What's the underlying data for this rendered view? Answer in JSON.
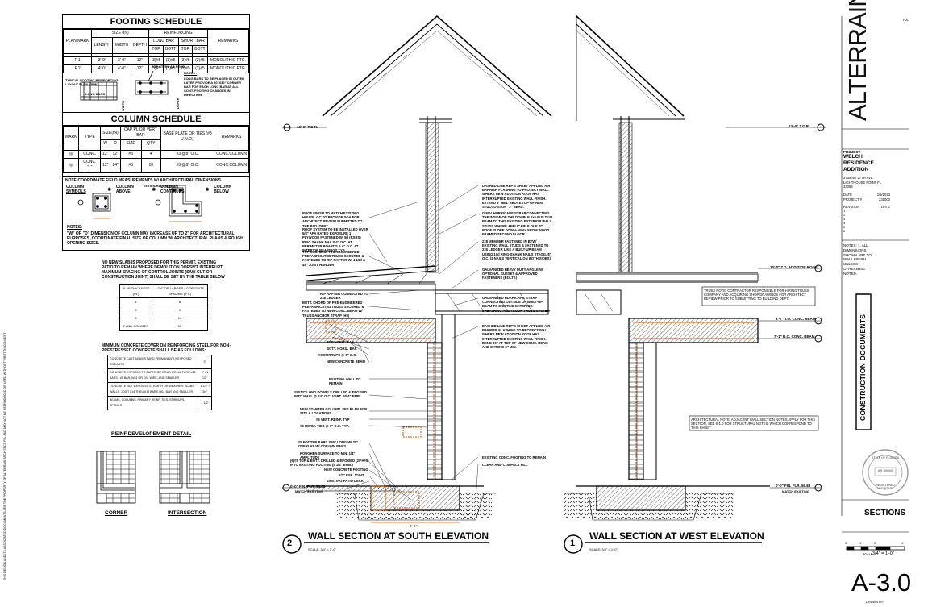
{
  "footing_schedule": {
    "title": "FOOTING SCHEDULE",
    "h_plan_mark": "PLAN MARK",
    "h_size": "SIZE (IN)",
    "h_reinforcing": "REINFORCING",
    "h_remarks": "REMARKS",
    "h_length": "LENGTH",
    "h_width": "WIDTH",
    "h_depth": "DEPTH",
    "h_long_bar": "LONG BAR",
    "h_short_bar": "SHORT BAR",
    "h_top": "TOP",
    "h_bott": "BOTT",
    "rows": [
      {
        "mark": "F 1",
        "length": "3'-0\"",
        "width": "3'-0\"",
        "depth": "12\"",
        "lt": "(3)#5",
        "lb": "(3)#5",
        "st": "(3)#5",
        "sb": "(3)#5",
        "remarks": "MONOLITHIC FTG."
      },
      {
        "mark": "F 2",
        "length": "4'-0\"",
        "width": "4'-0\"",
        "depth": "12\"",
        "lt": "(3)#5",
        "lb": "(3)#5",
        "st": "(3)#5",
        "sb": "(3)#5",
        "remarks": "MONOLITHIC FTG."
      }
    ],
    "typical_label": "TYPICAL FOOTING REINFORCING LAYOUT-PLAN VIEW",
    "long_bars": "LONG BARS",
    "short_bars": "SHORT BARS",
    "width_label": "WIDTH",
    "continuous": "CONTINUOUS OR LENGTH",
    "top_steel": "TOP STEEL AS REQD",
    "depth_label": "DEPTH",
    "sec_aa": "SEC A-A",
    "notes_title": "NOTES :",
    "notes_text": "LONG BARS TO BE PLACED IN OUTER LAYER PROVIDE A 30\"X30\" CORNER BAR FOR EACH LONG BAR AT ALL CONT. FOOTING CHANGES IN DIRECTION"
  },
  "column_schedule": {
    "title": "COLUMN  SCHEDULE",
    "h_mark": "MARK",
    "h_type": "TYPE",
    "h_size": "SIZE(IN)",
    "h_w": "W",
    "h_d": "D",
    "h_cap": "CAP PL OR VERT BAR",
    "h_size2": "SIZE",
    "h_qty": "QTY",
    "h_base": "BASE PLATE OR TIES (#3 U.N.O.)",
    "h_remarks": "REMARKS",
    "rows": [
      {
        "type": "CONC.",
        "w": "12\"",
        "d": "12\"",
        "size": "#5",
        "qty": "4",
        "base": "#3 @8\" O.C.",
        "remarks": "CONC.COLUMN"
      },
      {
        "type": "CONC. \"L\"",
        "w": "12\"",
        "d": "24\"",
        "size": "#5",
        "qty": "10",
        "base": "#3 @8\" O.C.",
        "remarks": "CONC.COLUMN"
      }
    ],
    "coord_note": "NOTE:COORDINATE FIELD MEASUREMENTS W/ ARCHITECTURAL DIMENSIONS",
    "symbols_label": "COLUMN SYMBOLS",
    "sym_above": "COLUMN ABOVE",
    "sym_continues": "COLUMN CONTINUES",
    "sym_below": "COLUMN BELOW",
    "ties_label": "#3 TIES/HAIRPINS",
    "notes_title": "NOTES:",
    "notes_text": "\"W\" OR \"D\" DIMENSION OF COLUMN MAY INCREASE UP TO 2\" FOR ARCHITECTURAL PURPOSES ,COORDINATE FINAL SIZE OF COLUMN W/ ARCHITECTURAL PLANS & ROUGH OPENING SIZES."
  },
  "slab_note": "NO NEW SLAB IS PROPOSED FOR THIS PERMIT. EXISTING PATIO TO REMAIN WHERE DEMOLITION DOESN'T INTERRUPT. MAXIMUM SPACING OF CONTROL JOINTS (SAW-CUT OR CONSTRUCTION JOINT) SHALL BE SET BY THE TABLE BELOW",
  "slab_table": {
    "h1": "SLAB THICKNESS (IN.)",
    "h2": "* 3/4\" OR LARGER AGGREGATE SPACING ( FT.)",
    "rows": [
      [
        "4",
        "8"
      ],
      [
        "5",
        "9"
      ],
      [
        "6",
        "14"
      ],
      [
        "7 AND GREATER",
        "15"
      ]
    ]
  },
  "cover_note": "MINIMUM CONCRETE COVER ON REINFORCING STEEL FOR NON-PRESTRESSED CONCRETE SHALL BE AS FOLLOWS:",
  "cover_table": [
    [
      "CONCRETE CAST AGAINST AND PERMANENTLY EXPOSED TO EARTH",
      "3\""
    ],
    [
      "CONCRETE EXPOSED TO EARTH OR WEATHER: #6 THRU #18 BARS / #5 BAR, W31 OR D31 WIRE, AND SMALLER",
      "2\" / 1 1/2\""
    ],
    [
      "CONCRETE NOT EXPOSED TO EARTH OR WEATHER: SLABS, WALLS, JOIST #14 THRU #18 BARS / #11 BAR AND SMALLER",
      "1 1/2\" / 3/4\""
    ],
    [
      "BEAMS, COLUMNS: PRIMARY REINF. TIES, STIRRUPS, SPIRALS",
      "1 1/2\""
    ]
  ],
  "reinf_detail": {
    "title": "REINF.DEVELOPEMENT DETAIL",
    "corner": "CORNER",
    "intersection": "INTERSECTION"
  },
  "sections": {
    "south_number": "2",
    "south_title": "WALL SECTION AT SOUTH ELEVATION",
    "west_number": "1",
    "west_title": "WALL SECTION AT WEST ELEVATION",
    "scale": "SCALE: 3/4\" = 1'-0\"",
    "tor_left": "13'-0\" T.O.R.",
    "tor_right": "13'-0\" T.O.R.",
    "addition_roof": "10'-0\" T.O. ADDITION ROOF",
    "beam1": "8'-7\" T.O. CONC. BEAM",
    "beam2": "7'-1\" B.O. CONC. BEAM",
    "ffe_left": "0'-0\" FIN. FLR. 56.88",
    "match_left": "MATCH EXISTING",
    "ffe_right": "0'-0\" FIN. FLR. 56.88",
    "match_right": "MATCH EXISTING",
    "dim_bottom": "2'-0\"",
    "truss_note": "TRUSS NOTE: CONTRACTOR RESPONSIBLE FOR HIRING TRUSS COMPANY AND ACQUIRING SHOP DRAWINGS FOR ARCHITECT REVIEW PRIOR TO SUBMITTING TO BUILDING DEPT.",
    "arch_note": "ARCHITECTURAL NOTE: ADJACENT WALL SECTION NOTES APPLY FOR THIS SECTION. SEE S-1.0 FOR STRUCTURAL NOTES, WHICH CORRESPOND TO THIS SHEET",
    "left_labels": [
      "ROOF FINISH TO MATCH EXISTING HOUSE. GC TO PROVIDE SOA FOR ARCHITECT REVIEW SUBMITTED TO THE BLD. DEPT.",
      "ROOF SYSTEM TO BE INSTALLED OVER 5/8\" APA RATED EXPOSURE 1 PLYWOOD FASTENED W/ 8d (RSRS) RING SHANK NAILS 4\" O.C. AT PERIMETER BOARDS & 6\" O.C. AT INTERIOR BEARINGS TYP.",
      "TOP CHORD OF PRE-ENGINEERED PREFABRICATED TRUSS SECURED & FASTENED TO RIP RAFTER W/ 4-16d & 45\" JOIST HANGER",
      "RIP RAFTER CONNECTED TO 2x8 LEDGER",
      "BOTT. CHORD OF PRE-ENGINEERED PREFABRICATED TRUSS SECURED & FASTENED TO NEW CONC. BEAM W/ TRUSS ANCHOR STRAP (H8)",
      "TOP HORIZ. BAR",
      "BOTT. HORIZ. BAR",
      "#3 STIRRUPS @ 6\" O.C.",
      "NEW CONCRETE BEAM",
      "EXISTING WALL TO REMAIN",
      "#5X12\" LONG DOWELS DRILLED & EPOXIED INTO WALL @ 24\" O.C. VERT. W/ 4\" EMB.",
      "NEW STARTER COLUMN. SEE PLAN FOR SIZE & LOCATIONS",
      "#5 VERT. REINF. TYP",
      "#3 HORIZ. TIES @ 6\" O.C. TYP.",
      "#5 FOOTER BARS X36\" LONG W/ 25\" OVERLAP W/ COLUMN BARS",
      "ROUGHEN SURFACE TO MIN. 1/4\" AMPLITUDE",
      "(6)#5 TOP & BOTT. DRILLED & EPOXIED (2/FA#5) INTO EXISTING FOOTING (4 1/2\" EMB.)",
      "NEW CONCRETE FOOTING",
      "1/2\" EXP. JOINT",
      "EXISTING PATIO DECK"
    ],
    "right_labels": [
      "DASHED LINE REP'S SHEET APPLIED AIR BARRIER FLASHING TO PROTECT WALL WHERE NEW ADDITION ROOF HAS INTERRUPTED EXISTING WALL FINISH. EXTEND 3\" MIN. ABOVE TOP OF NEW STUCCO STOP \"J\" BEAD.",
      "G.M.V. HURRICANE STRAP CONNECTING THE INSIDE OF THE DOUBLE 2x6 BUILT-UP BEAM TO THIS EXISTING EXTERIOR WALL STUDS WHERE APPLICABLE DUE TO ROOF SLOPE DOWN-AWAY FROM WOOD FRAMED SECOND FLOOR.",
      "2x8 MEMBER FASTENED IN BTW/ EXISTING WALL STUDS & FASTENED TO 2x6 LEDGER LIKE A BUILT-UP BEAM USING 10d RING-SHANK NAILS STAGG. 8\" O.C. (2 NAILS VERTICAL ON BOTH SIDES)",
      "GALVANIZED HEAVY DUTY ANGLE W/ OPTIONAL GUSSET & APPROVED FASTENERS (BOLTS)",
      "GALVANIZED HURRICANE STRAP CONNECTING OUTSIDE OF BUILT-UP BEAM TO EXISTING EXTERIOR SHEATHING AND FLOOR TRUSS SYSTEM",
      "DASHED LINE REP'S SHEET APPLIED AIR BARRIER FLASHING TO PROTECT WALL WHERE NEW ADDITION ROOF HAS INTERRUPTED EXISTING WALL FINISH. BEND 90\" AT TOP OF NEW CONC. BEAM AND EXTEND 3\" MIN.",
      "EXISTING CONC. FOOTING TO REMAIN",
      "CLEAN AND COMPACT FILL"
    ]
  },
  "title_block": {
    "firm": "ALTERRAIN ARCHITECT",
    "firm_sub": "P.A.",
    "project_label": "PROJECT",
    "project_name": "WELCH RESIDENCE ADDITION",
    "address": "3735 NE 27TH AVE LIGHTHOUSE POINT FL 33064",
    "date_label": "DATE",
    "date_value": "1/9/2023",
    "project_no_label": "PROJECT #",
    "project_no": "231003",
    "revision_label": "REVISION",
    "rev_date_label": "DATE",
    "revisions": [
      "1",
      "2",
      "3",
      "4",
      "5",
      "6"
    ],
    "notes_text": "NOTES: 1. ALL DIMENSIONS SHOWN ARE TO WALL FINISH UNLESS OTHERWISE NOTED.",
    "construction_docs": "CONSTRUCTION DOCUMENTS",
    "seal_top": "STATE OF FLORIDA",
    "seal_no": "AR 100000",
    "seal_bottom": "REGISTERED ARCHITECT",
    "sheet_title": "SECTIONS",
    "scale_label": "SCALE",
    "scale_value": "3/4\" = 1'-0\"",
    "scale_ticks": [
      "0'",
      "1'",
      "2'",
      "4'"
    ],
    "sheet_number": "A-3.0",
    "drawn_by": "DRAWN BY:"
  },
  "left_margin_text": "THIS DESIGN AND ITS ASSOCIATED DOCUMENTS ARE THE PROPERTY OF ALTERRAIN ARCHITECT, P.A. AND MAY NOT BE REPRODUCED OR USED WITHOUT WRITTEN CONSENT."
}
